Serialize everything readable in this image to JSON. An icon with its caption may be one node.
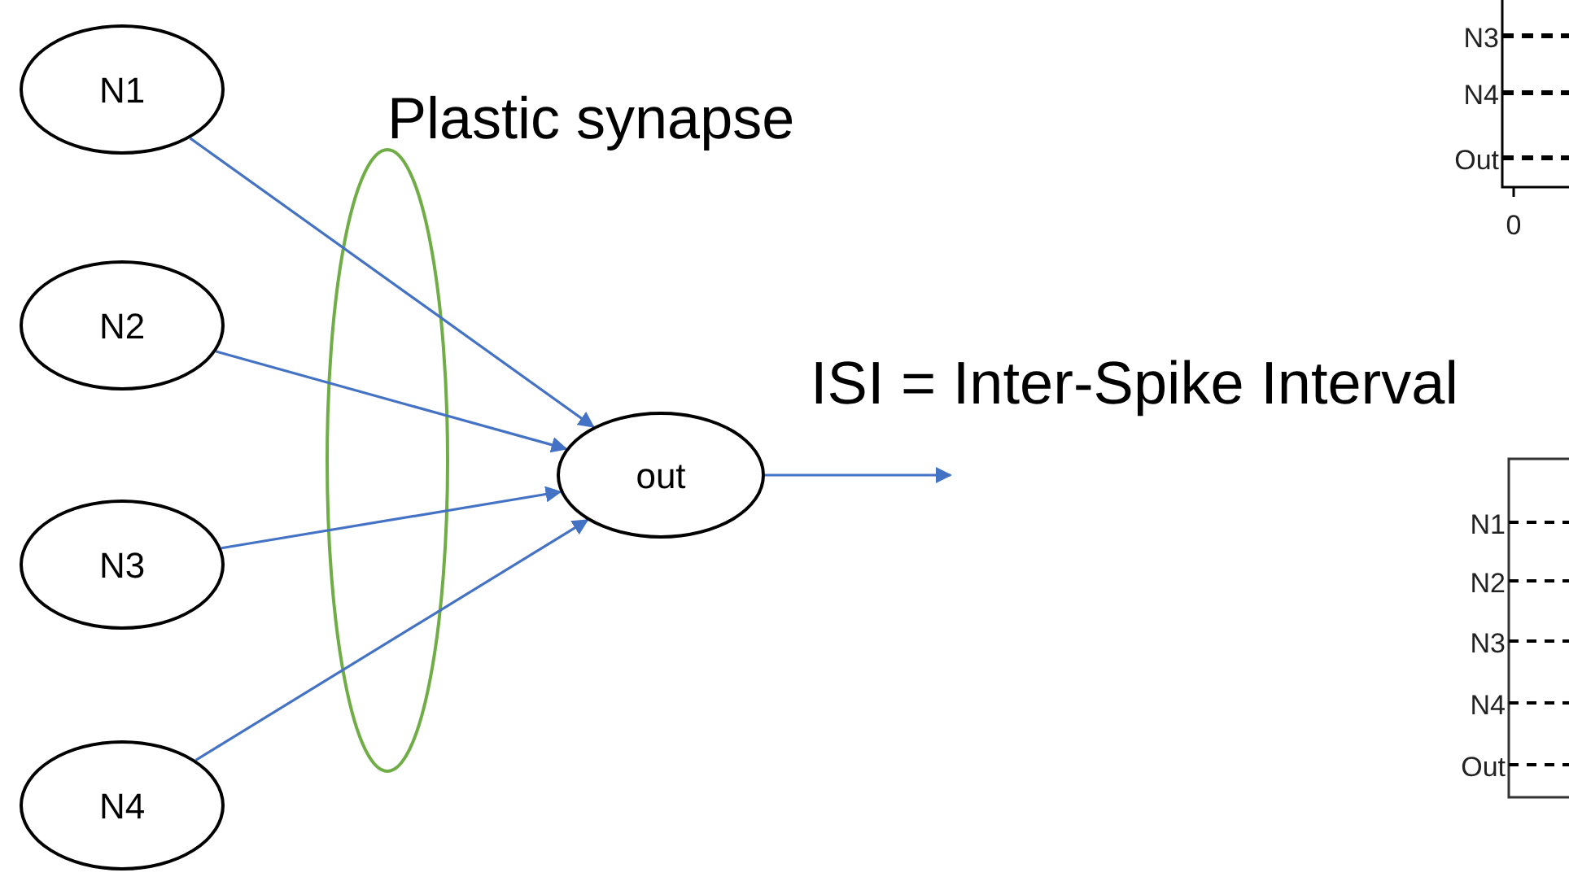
{
  "diagram": {
    "nodes": [
      {
        "text": [
          "N1"
        ]
      },
      {
        "text": [
          "N2"
        ]
      },
      {
        "text": [
          "N3"
        ]
      },
      {
        "text": [
          "N4"
        ]
      },
      {
        "text": [
          "out"
        ]
      }
    ],
    "edges": [
      {
        "from": 0,
        "to": 4,
        "arrow": "to"
      },
      {
        "from": 1,
        "to": 4,
        "arrow": "to"
      },
      {
        "from": 2,
        "to": 4,
        "arrow": "to"
      },
      {
        "from": 3,
        "to": 4,
        "arrow": "to"
      },
      {
        "from": 4,
        "to": null,
        "arrow": "to"
      }
    ],
    "labels": [
      "Plastic synapse",
      "ISI = Inter-Spike Interval",
      "N3",
      "N4",
      "Out",
      "0",
      "N1",
      "N2",
      "N3",
      "N4",
      "Out"
    ]
  }
}
